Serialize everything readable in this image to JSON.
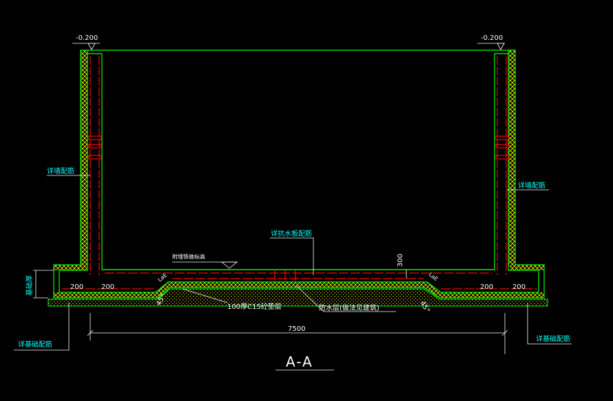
{
  "labels": {
    "elev_left": "-0.200",
    "elev_right": "-0.200",
    "wall_rebar_left": "详墙配筋",
    "wall_rebar_right": "详墙配筋",
    "anti_float_rebar": "详抗水板配筋",
    "slab_elev": "附埋铁做标高",
    "base_thickness": "基础厚",
    "dim_300": "300",
    "dim_200_a": "200",
    "dim_200_b": "200",
    "dim_200_c": "200",
    "dim_200_d": "200",
    "angle_left": "45°",
    "angle_right": "45°",
    "cushion": "100厚C15砼垫层",
    "waterproof": "防水层(做法见建筑)",
    "dim_7500": "7500",
    "footing_rebar_left": "详基础配筋",
    "footing_rebar_right": "详基础配筋",
    "section_title": "A-A",
    "lae_1": "LaE",
    "lae_2": "LaE"
  },
  "colors": {
    "background": "#000000",
    "outline": "#00ff00",
    "hatch": "#ffff00",
    "rebar": "#ff0000",
    "text_cyan": "#00ffff",
    "text_white": "#ffffff"
  }
}
